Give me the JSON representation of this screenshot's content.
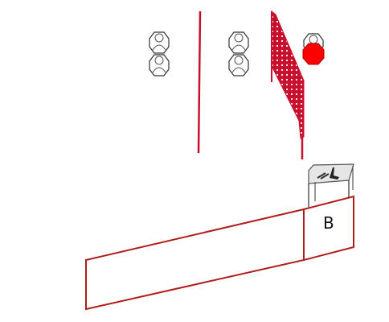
{
  "diagram": {
    "bay_label": "B",
    "colors": {
      "fault_line": "#c8102e",
      "box_outline": "#b01c1c",
      "no_shoot_target": "#ff0000",
      "target_outline": "#333333",
      "table": "#888888"
    },
    "elements": {
      "targets_left": "paper-target-pair",
      "targets_center": "paper-target-pair",
      "target_right": "no-shoot-target",
      "wall_center": "fault-line-wall",
      "wall_right": "mesh-barrier-wall",
      "table": "table-with-gun-icon",
      "shooting_box": "shooting-area",
      "bay_box": "bay-box"
    }
  }
}
